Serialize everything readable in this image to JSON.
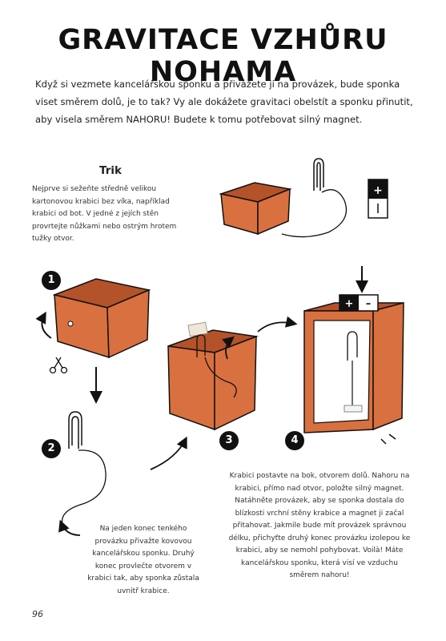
{
  "title": "GRAVITACE VZHŮRU NOHAMA",
  "intro": "Když si vezmete kancelářskou sponku a přivážete ji na provázek, bude sponka viset směrem dolů, je to tak? Vy ale dokážete gravitaci obelstít a sponku přinutit, aby visela směrem NAHORU! Budete k tomu potřebovat silný magnet.",
  "trik": {
    "heading": "Trik",
    "text": "Nejprve si sežeňte středně velikou kartonovou krabici bez víka, například krabici od bot. V jedné z jejích stěn provrtejte nůžkami nebo ostrým hrotem tužky otvor."
  },
  "steps": [
    "1",
    "2",
    "3",
    "4"
  ],
  "paragraph_a": "Na jeden konec tenkého provázku přivažte kovovou kancelářskou sponku. Druhý konec provlečte otvorem v krabici tak, aby sponka zůstala uvnitř krabice.",
  "paragraph_b": "Krabici postavte na bok, otvorem dolů. Nahoru na krabici, přímo nad otvor, položte silný magnet. Natáhněte provázek, aby se sponka dostala do blízkosti vrchní stěny krabice a magnet ji začal přitahovat. Jakmile bude mít provázek správnou délku, přichyťte druhý konec provázku izolepou ke krabici, aby se nemohl pohybovat. Voilà! Máte kancelářskou sponku, která visí ve vzduchu směrem nahoru!",
  "magnet": {
    "plus": "+",
    "minus": "–"
  },
  "page_number": "96",
  "colors": {
    "box": "#d9703f",
    "box_inner": "#b4522a",
    "ink": "#111111"
  },
  "icons": [
    "scissors-icon",
    "paperclip-icon",
    "magnet-icon",
    "arrow-icon",
    "tape-icon"
  ]
}
